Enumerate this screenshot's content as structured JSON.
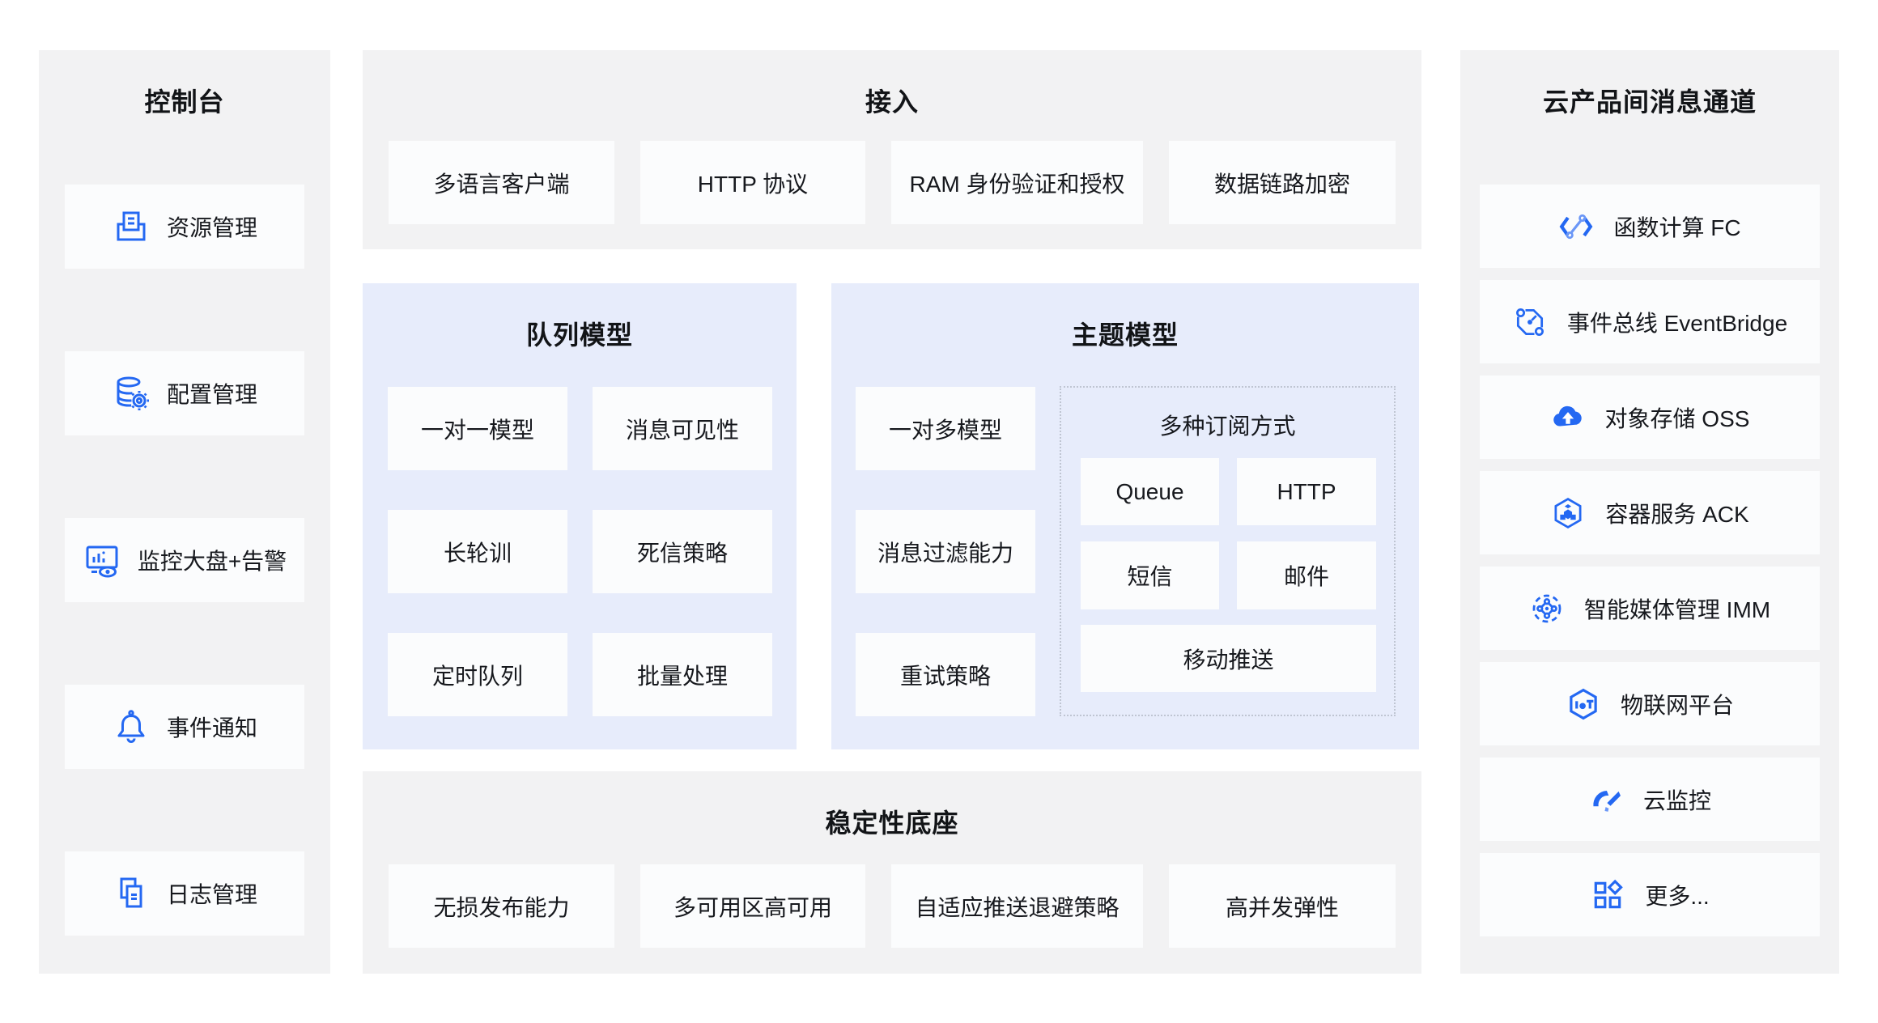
{
  "colors": {
    "accent": "#2468f2",
    "accent_light": "#6b97f7",
    "panel_gray": "#f2f2f3",
    "panel_blue": "#e7ecfb",
    "card_bg": "#fbfcfd",
    "text": "#16181d",
    "dashed_border": "#bfc5d2"
  },
  "console_panel": {
    "title": "控制台",
    "items": [
      {
        "label": "资源管理",
        "icon": "resource-management-icon"
      },
      {
        "label": "配置管理",
        "icon": "config-management-icon"
      },
      {
        "label": "监控大盘+告警",
        "icon": "monitor-dashboard-icon"
      },
      {
        "label": "事件通知",
        "icon": "event-notification-icon"
      },
      {
        "label": "日志管理",
        "icon": "log-management-icon"
      }
    ]
  },
  "access_panel": {
    "title": "接入",
    "items": [
      "多语言客户端",
      "HTTP 协议",
      "RAM 身份验证和授权",
      "数据链路加密"
    ]
  },
  "queue_panel": {
    "title": "队列模型",
    "items": [
      "一对一模型",
      "消息可见性",
      "长轮训",
      "死信策略",
      "定时队列",
      "批量处理"
    ]
  },
  "topic_panel": {
    "title": "主题模型",
    "items": [
      "一对多模型",
      "消息过滤能力",
      "重试策略"
    ],
    "subscription_box": {
      "title": "多种订阅方式",
      "items": [
        "Queue",
        "HTTP",
        "短信",
        "邮件",
        "移动推送"
      ]
    }
  },
  "stability_panel": {
    "title": "稳定性底座",
    "items": [
      "无损发布能力",
      "多可用区高可用",
      "自适应推送退避策略",
      "高并发弹性"
    ]
  },
  "cloud_products_panel": {
    "title": "云产品间消息通道",
    "items": [
      {
        "label": "函数计算 FC",
        "icon": "function-compute-icon"
      },
      {
        "label": "事件总线 EventBridge",
        "icon": "eventbridge-icon"
      },
      {
        "label": "对象存储 OSS",
        "icon": "oss-icon"
      },
      {
        "label": "容器服务 ACK",
        "icon": "ack-icon"
      },
      {
        "label": "智能媒体管理 IMM",
        "icon": "imm-icon"
      },
      {
        "label": "物联网平台",
        "icon": "iot-platform-icon"
      },
      {
        "label": "云监控",
        "icon": "cloud-monitor-icon"
      },
      {
        "label": "更多...",
        "icon": "more-icon"
      }
    ]
  }
}
